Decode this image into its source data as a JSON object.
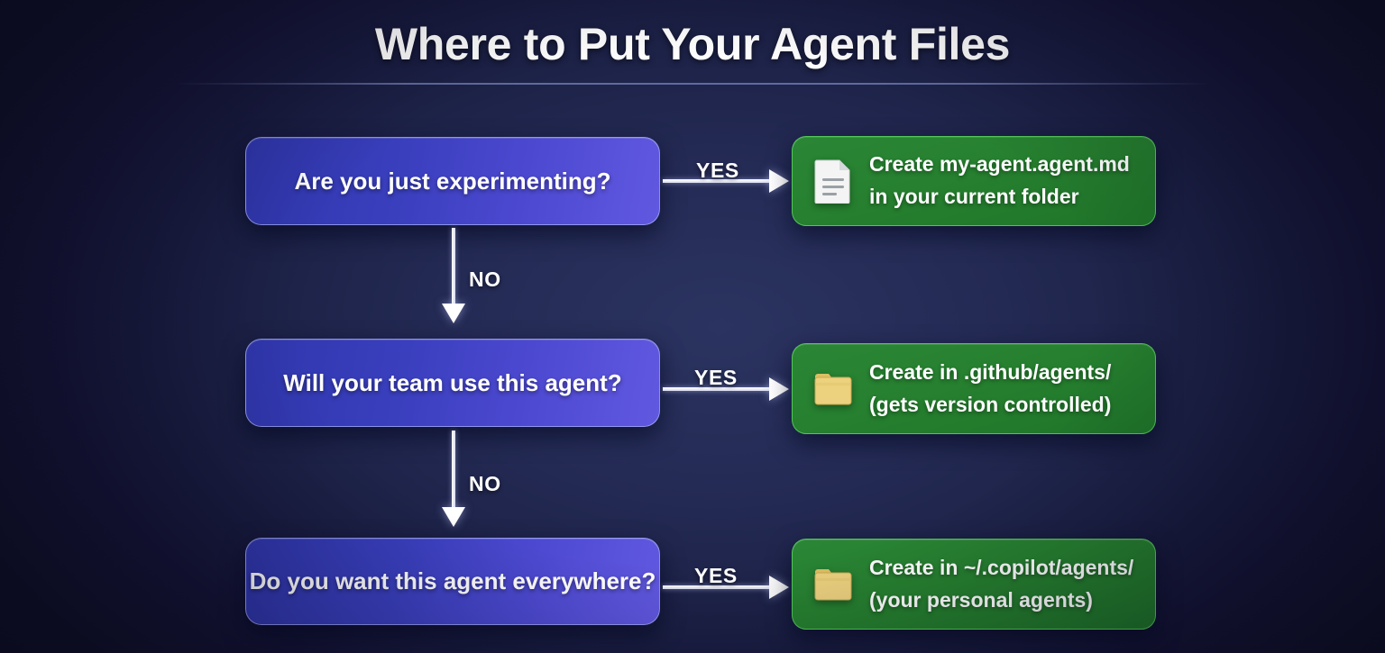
{
  "header": {
    "title": "Where to Put Your Agent Files"
  },
  "colors": {
    "background_dark": "#16163c",
    "background_center": "#2b3360",
    "decision_box_start": "#2f36ab",
    "decision_box_end": "#6158e0",
    "outcome_box": "#26802f",
    "outcome_border": "#5cd260",
    "arrow": "#ffffff",
    "folder_icon": "#e8cd7a",
    "document_icon": "#f2f2f2"
  },
  "flow": {
    "steps": [
      {
        "question": "Are you just experimenting?",
        "yes_label": "YES",
        "no_label": "NO",
        "outcome": {
          "icon": "document-icon",
          "line1": "Create my-agent.agent.md",
          "line2": "in your current folder"
        }
      },
      {
        "question": "Will your team use this agent?",
        "yes_label": "YES",
        "no_label": "NO",
        "outcome": {
          "icon": "folder-icon",
          "line1": "Create in .github/agents/",
          "line2": "(gets version controlled)"
        }
      },
      {
        "question": "Do you want this agent everywhere?",
        "yes_label": "YES",
        "no_label": "",
        "outcome": {
          "icon": "folder-icon",
          "line1": "Create in ~/.copilot/agents/",
          "line2": "(your personal agents)"
        }
      }
    ]
  }
}
